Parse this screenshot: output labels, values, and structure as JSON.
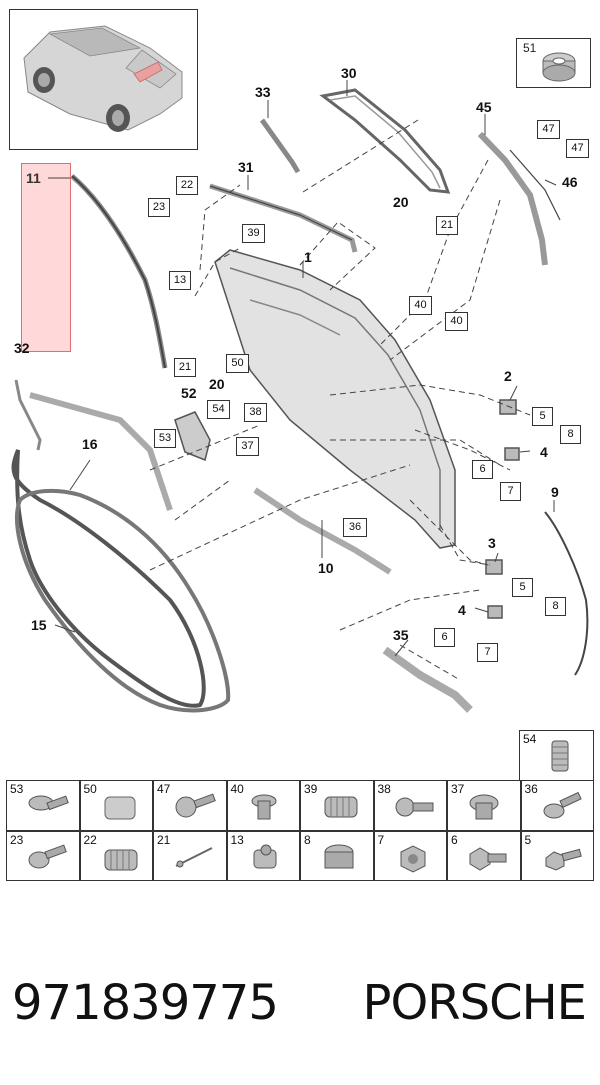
{
  "callouts": {
    "c1": "1",
    "c2": "2",
    "c3": "3",
    "c4a": "4",
    "c4b": "4",
    "c9": "9",
    "c10": "10",
    "c11": "11",
    "c15": "15",
    "c16": "16",
    "c20a": "20",
    "c20b": "20",
    "c30": "30",
    "c31": "31",
    "c32": "32",
    "c33": "33",
    "c35": "35",
    "c45": "45",
    "c46": "46",
    "c52": "52"
  },
  "refs": {
    "r5a": "5",
    "r5b": "5",
    "r6a": "6",
    "r6b": "6",
    "r7a": "7",
    "r7b": "7",
    "r8a": "8",
    "r8b": "8",
    "r13": "13",
    "r21a": "21",
    "r21b": "21",
    "r22": "22",
    "r23": "23",
    "r36": "36",
    "r37": "37",
    "r38": "38",
    "r39": "39",
    "r40a": "40",
    "r40b": "40",
    "r47a": "47",
    "r47b": "47",
    "r50": "50",
    "r53": "53",
    "r54": "54"
  },
  "box51_label": "51",
  "parts_table": {
    "extra_cell": "54",
    "row1": [
      "53",
      "50",
      "47",
      "40",
      "39",
      "38",
      "37",
      "36"
    ],
    "row2": [
      "23",
      "22",
      "21",
      "13",
      "8",
      "7",
      "6",
      "5"
    ]
  },
  "footer": {
    "part_number": "971839775",
    "brand": "PORSCHE"
  }
}
